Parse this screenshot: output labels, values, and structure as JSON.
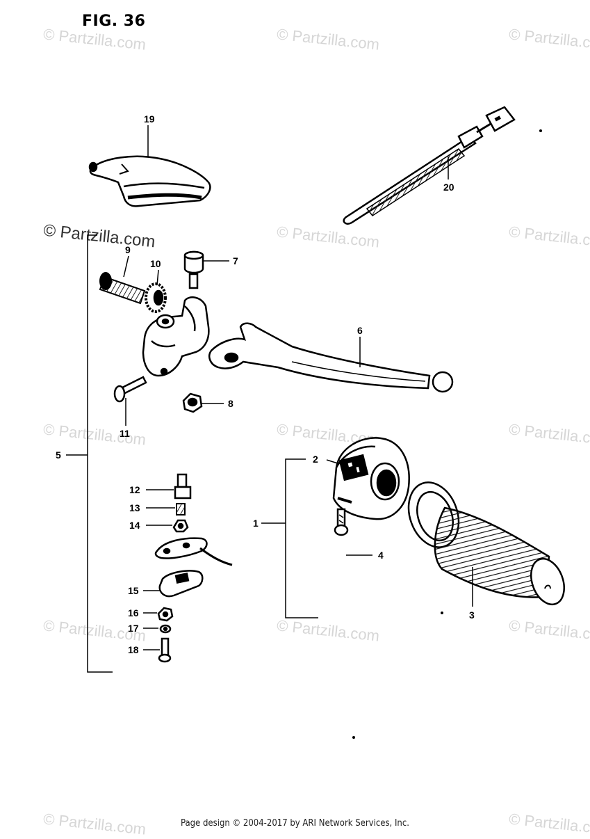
{
  "figure": {
    "title": "FIG. 36"
  },
  "watermark": {
    "text": "© Partzilla.com",
    "prominent_text": "© Partzilla.com"
  },
  "footer": {
    "text": "Page design © 2004-2017 by ARI Network Services, Inc."
  },
  "callouts": {
    "c1": "1",
    "c2": "2",
    "c3": "3",
    "c4": "4",
    "c5": "5",
    "c6": "6",
    "c7": "7",
    "c8": "8",
    "c9": "9",
    "c10": "10",
    "c11": "11",
    "c12": "12",
    "c13": "13",
    "c14": "14",
    "c15": "15",
    "c16": "16",
    "c17": "17",
    "c18": "18",
    "c19": "19",
    "c20": "20"
  }
}
